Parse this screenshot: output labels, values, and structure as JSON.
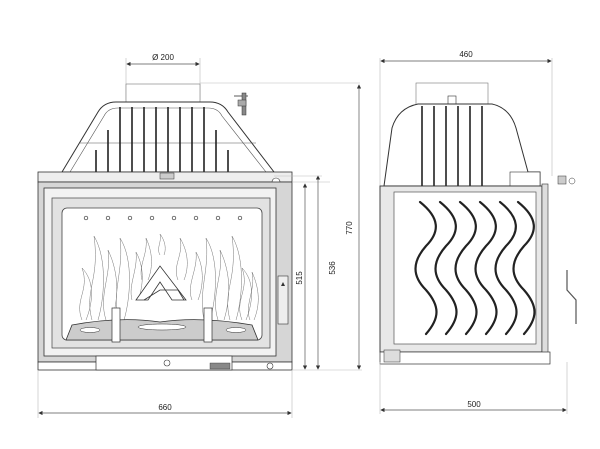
{
  "drawing": {
    "title": "Fireplace insert dimensional drawing",
    "colors": {
      "line": "#333333",
      "frame": "#d6d6d6",
      "background": "#ffffff"
    },
    "front_view": {
      "flue_label": "Ø 200",
      "width_label": "660",
      "height_labels": {
        "door": "515",
        "body": "536",
        "total": "770"
      }
    },
    "side_view": {
      "top_width_label": "460",
      "bottom_width_label": "500"
    }
  }
}
